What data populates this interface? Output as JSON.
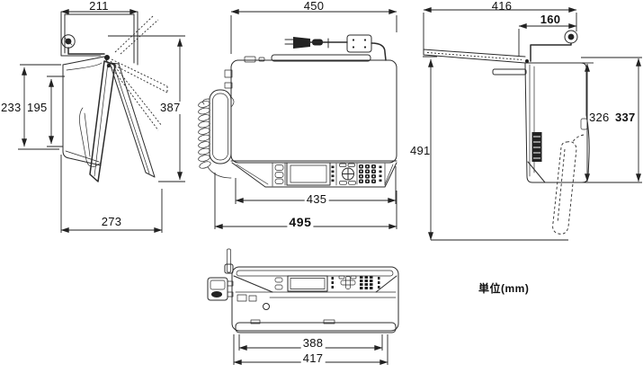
{
  "figure": {
    "type": "technical-dimension-drawing",
    "description_visible_text_only": true
  },
  "unit_label": "単位(mm)",
  "colors": {
    "ink": "#222222",
    "background": "#ffffff"
  },
  "views": {
    "left_side": {
      "dims": {
        "top_width": "211",
        "height_outer": "233",
        "height_inner": "195",
        "open_height": "387",
        "bottom_depth": "273"
      }
    },
    "front": {
      "dims": {
        "top_width": "450",
        "panel_width": "435",
        "overall_width": "495"
      }
    },
    "right_side": {
      "dims": {
        "top_depth": "416",
        "cover_depth": "160",
        "body_height": "326",
        "overall_height": "337",
        "overall_height_open": "491"
      }
    },
    "top": {
      "dims": {
        "inner_width": "388",
        "outer_width": "417"
      }
    }
  }
}
